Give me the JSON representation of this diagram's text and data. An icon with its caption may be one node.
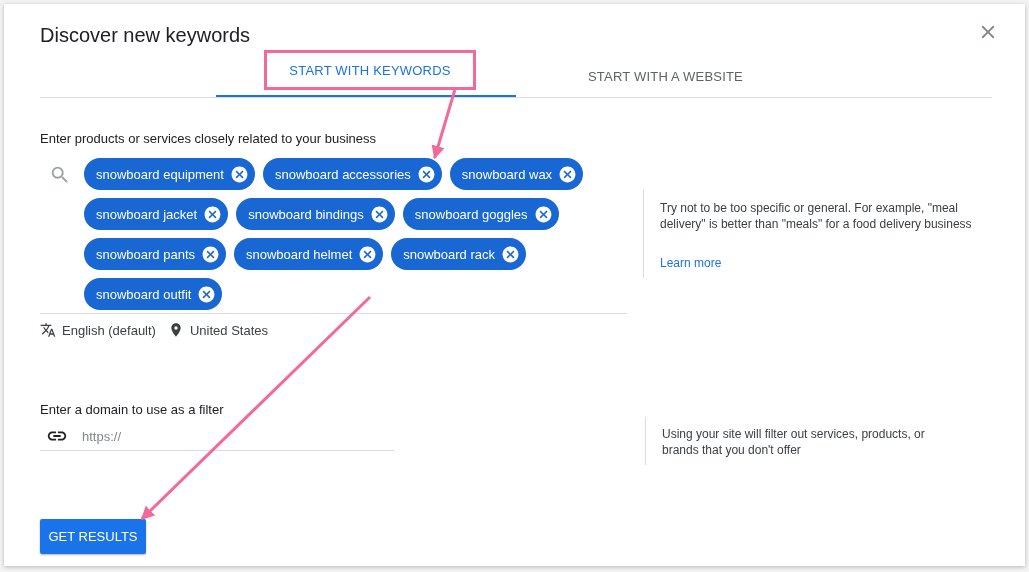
{
  "diagram": {
    "title": "Discover new keywords",
    "nodes": [
      {
        "text": [
          "START WITH KEYWORDS"
        ]
      },
      {
        "text": [
          "snowboard equipment"
        ]
      },
      {
        "text": [
          "snowboard accessories"
        ]
      },
      {
        "text": [
          "snowboard wax"
        ]
      },
      {
        "text": [
          "snowboard jacket"
        ]
      },
      {
        "text": [
          "snowboard bindings"
        ]
      },
      {
        "text": [
          "snowboard goggles"
        ]
      },
      {
        "text": [
          "snowboard pants"
        ]
      },
      {
        "text": [
          "snowboard helmet"
        ]
      },
      {
        "text": [
          "snowboard rack"
        ]
      },
      {
        "text": [
          "snowboard outfit"
        ]
      },
      {
        "text": [
          "GET RESULTS"
        ]
      }
    ],
    "edges": [
      {
        "from": 0,
        "to": 2,
        "arrow": "to"
      },
      {
        "from": null,
        "to": 11,
        "arrow": "to"
      }
    ],
    "labels": [
      "START WITH A WEBSITE",
      "Enter products or services closely related to your business",
      "English (default)",
      "United States",
      "Try not to be too specific or general. For example, \"meal delivery\" is better than \"meals\" for a food delivery business",
      "Learn more",
      "Enter a domain to use as a filter",
      "https://",
      "Using your site will filter out services, products, or brands that you don't offer"
    ]
  }
}
